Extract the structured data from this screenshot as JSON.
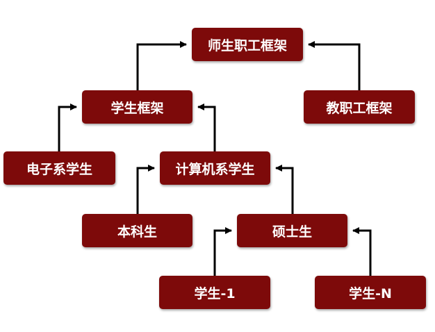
{
  "nodes": {
    "framework": "师生职工框架",
    "student": "学生框架",
    "staff": "教职工框架",
    "ee_student": "电子系学生",
    "cs_student": "计算机系学生",
    "undergrad": "本科生",
    "master": "硕士生",
    "student_1": "学生-1",
    "student_n": "学生-N"
  },
  "edges": [
    {
      "from": "student",
      "to": "framework"
    },
    {
      "from": "staff",
      "to": "framework"
    },
    {
      "from": "ee_student",
      "to": "student"
    },
    {
      "from": "cs_student",
      "to": "student"
    },
    {
      "from": "undergrad",
      "to": "cs_student"
    },
    {
      "from": "master",
      "to": "cs_student"
    },
    {
      "from": "student_1",
      "to": "master"
    },
    {
      "from": "student_n",
      "to": "master"
    }
  ],
  "colors": {
    "node_fill": "#7d0a0a",
    "node_text": "#ffffff",
    "connector": "#000000"
  }
}
